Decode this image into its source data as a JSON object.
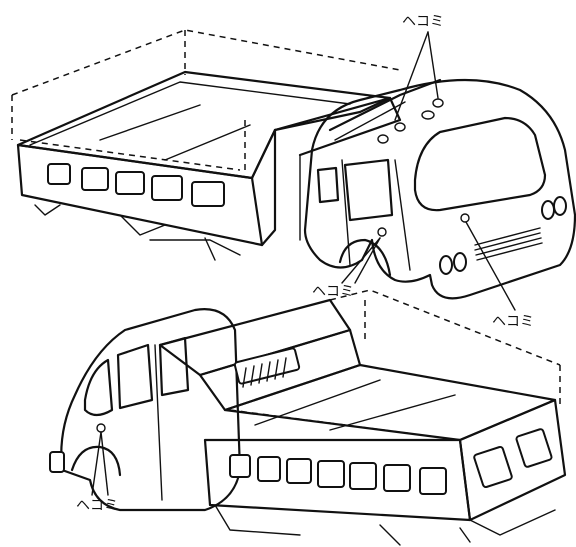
{
  "labels": {
    "dent_top": "ヘコミ",
    "dent_door_top": "ヘコミ",
    "dent_front": "ヘコミ",
    "dent_door_bottom": "ヘコミ"
  },
  "colors": {
    "ink": "#111111",
    "paper": "#ffffff"
  }
}
